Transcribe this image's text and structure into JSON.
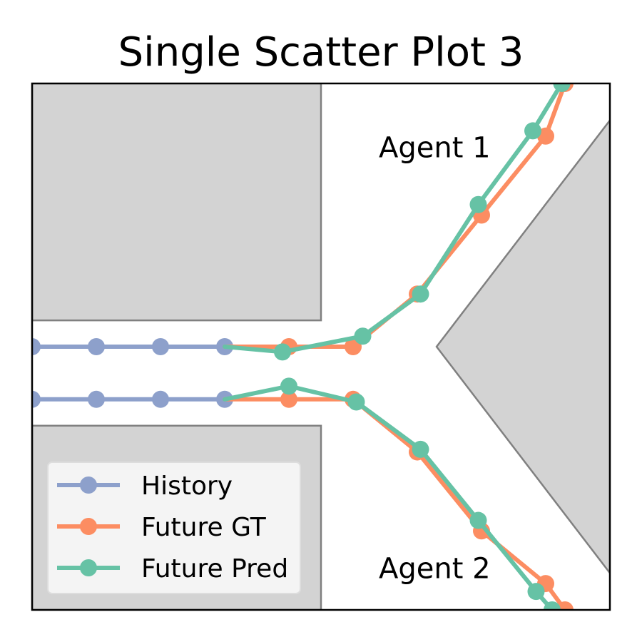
{
  "chart_data": {
    "type": "line",
    "title": "Single Scatter Plot 3",
    "xlabel": "",
    "ylabel": "",
    "xlim": [
      0,
      9
    ],
    "ylim": [
      -5,
      5
    ],
    "ticks": false,
    "grid": false,
    "legend_position": "lower-left",
    "colors": {
      "history": "#8DA0CB",
      "future_gt": "#FC8D62",
      "future_pred": "#66C2A5",
      "obstacle_fill": "#D3D3D3",
      "obstacle_edge": "#808080"
    },
    "legend": [
      {
        "label": "History",
        "series": "history"
      },
      {
        "label": "Future GT",
        "series": "future_gt"
      },
      {
        "label": "Future Pred",
        "series": "future_pred"
      }
    ],
    "annotations": [
      {
        "text": "Agent 1",
        "x": 5.4,
        "y": 3.6
      },
      {
        "text": "Agent 2",
        "x": 5.4,
        "y": -4.4
      }
    ],
    "obstacles": [
      {
        "name": "top-left-building",
        "points": [
          [
            0,
            5
          ],
          [
            4.5,
            5
          ],
          [
            4.5,
            0.5
          ],
          [
            0,
            0.5
          ]
        ]
      },
      {
        "name": "bottom-left-building",
        "points": [
          [
            0,
            -1.5
          ],
          [
            4.5,
            -1.5
          ],
          [
            4.5,
            -5
          ],
          [
            0,
            -5
          ]
        ]
      },
      {
        "name": "right-wedge",
        "points": [
          [
            9,
            4.3
          ],
          [
            6.3,
            0
          ],
          [
            9,
            -4.3
          ]
        ]
      }
    ],
    "series": [
      {
        "key": "history",
        "agent": "Agent 1",
        "points": [
          [
            0,
            0
          ],
          [
            1,
            0
          ],
          [
            2,
            0
          ],
          [
            3,
            0
          ]
        ]
      },
      {
        "key": "history",
        "agent": "Agent 2",
        "points": [
          [
            0,
            -1
          ],
          [
            1,
            -1
          ],
          [
            2,
            -1
          ],
          [
            3,
            -1
          ]
        ]
      },
      {
        "key": "future_gt",
        "agent": "Agent 1",
        "points": [
          [
            3,
            0
          ],
          [
            4,
            0
          ],
          [
            5,
            0
          ],
          [
            6,
            1
          ],
          [
            7,
            2.5
          ],
          [
            8,
            4
          ],
          [
            8.3,
            5
          ]
        ]
      },
      {
        "key": "future_gt",
        "agent": "Agent 2",
        "points": [
          [
            3,
            -1
          ],
          [
            4,
            -1
          ],
          [
            5,
            -1
          ],
          [
            6,
            -2
          ],
          [
            7,
            -3.5
          ],
          [
            8,
            -4.5
          ],
          [
            8.3,
            -5
          ]
        ]
      },
      {
        "key": "future_pred",
        "agent": "Agent 1",
        "points": [
          [
            3,
            0
          ],
          [
            3.9,
            -0.1
          ],
          [
            5.15,
            0.2
          ],
          [
            6.05,
            1
          ],
          [
            6.95,
            2.7
          ],
          [
            7.8,
            4.1
          ],
          [
            8.25,
            5
          ]
        ]
      },
      {
        "key": "future_pred",
        "agent": "Agent 2",
        "points": [
          [
            3,
            -1
          ],
          [
            4,
            -0.75
          ],
          [
            5.05,
            -1.05
          ],
          [
            6.05,
            -1.95
          ],
          [
            6.95,
            -3.3
          ],
          [
            7.85,
            -4.65
          ],
          [
            8.1,
            -5
          ]
        ]
      }
    ]
  }
}
